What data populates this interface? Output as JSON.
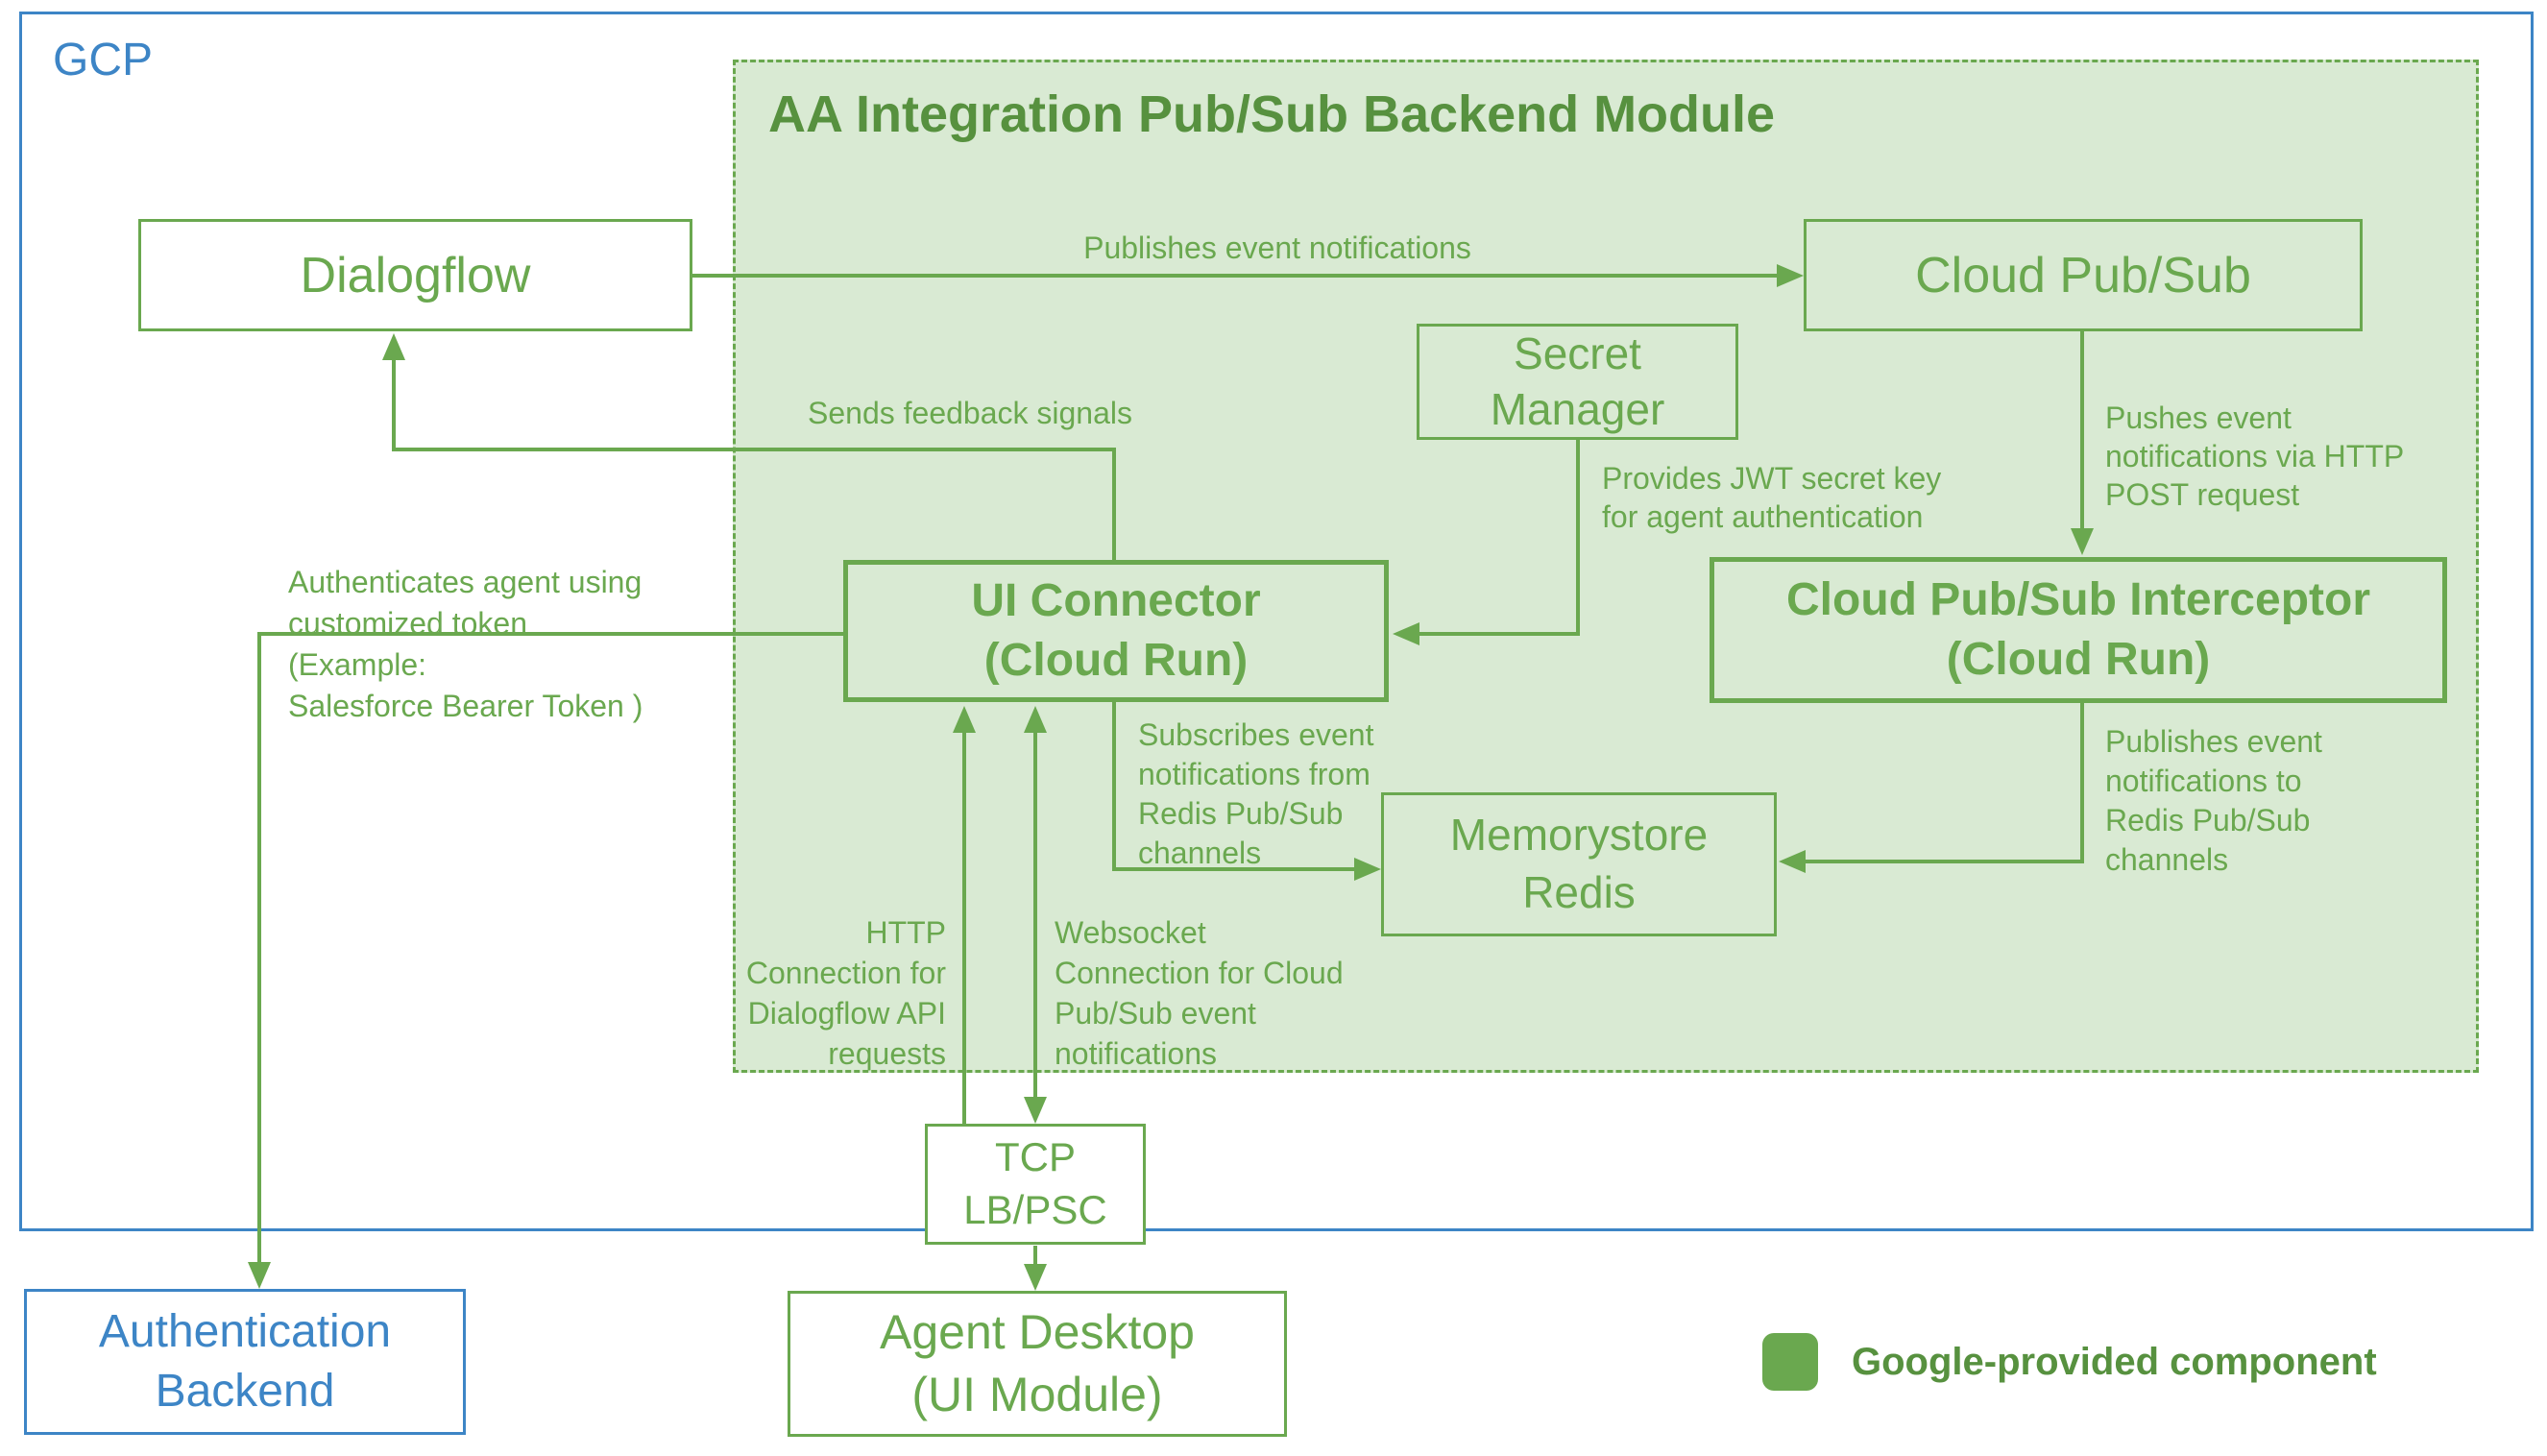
{
  "colors": {
    "green_stroke": "#6aa84f",
    "green_fill": "#d9ead3",
    "green_title": "#57913f",
    "blue": "#3d85c6",
    "white": "#ffffff"
  },
  "gcp": {
    "label": "GCP"
  },
  "module": {
    "title": "AA Integration Pub/Sub Backend Module"
  },
  "nodes": {
    "dialogflow": {
      "label": "Dialogflow"
    },
    "cloud_pubsub": {
      "label": "Cloud Pub/Sub"
    },
    "secret_manager": {
      "label": "Secret\nManager"
    },
    "ui_connector": {
      "label": "UI Connector\n(Cloud Run)"
    },
    "pubsub_interceptor": {
      "label": "Cloud Pub/Sub Interceptor\n(Cloud Run)"
    },
    "memorystore_redis": {
      "label": "Memorystore\nRedis"
    },
    "tcp_lb_psc": {
      "label": "TCP\nLB/PSC"
    },
    "auth_backend": {
      "label": "Authentication\nBackend"
    },
    "agent_desktop": {
      "label": "Agent Desktop\n(UI Module)"
    }
  },
  "edges": {
    "publishes_event": {
      "label": "Publishes event notifications"
    },
    "sends_feedback": {
      "label": "Sends feedback signals"
    },
    "pushes_event": {
      "label": "Pushes event\nnotifications via HTTP\nPOST request"
    },
    "provides_jwt": {
      "label": "Provides JWT secret key\nfor agent authentication"
    },
    "authenticates": {
      "label": "Authenticates agent using\ncustomized token\n(Example:\nSalesforce Bearer Token )"
    },
    "subscribes": {
      "label": "Subscribes event\nnotifications from\nRedis Pub/Sub\nchannels"
    },
    "publishes_redis": {
      "label": "Publishes event\nnotifications to\nRedis Pub/Sub\nchannels"
    },
    "http_connection": {
      "label": "HTTP\nConnection for\nDialogflow API\nrequests"
    },
    "websocket_connection": {
      "label": "Websocket\nConnection for Cloud\nPub/Sub event\nnotifications"
    }
  },
  "legend": {
    "label": "Google-provided component"
  }
}
